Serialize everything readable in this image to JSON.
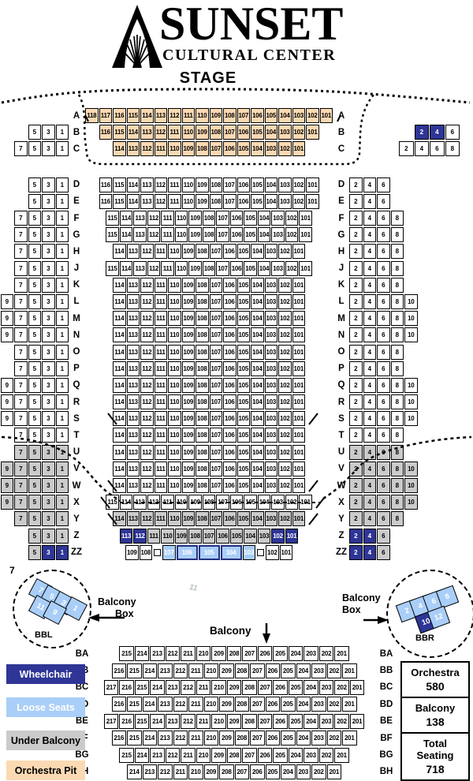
{
  "header": {
    "title": "SUNSET",
    "subtitle": "CULTURAL CENTER",
    "stage_label": "STAGE",
    "logo": "mountain-sunburst-logo"
  },
  "colors": {
    "wheelchair": "#2E3596",
    "loose_seats": "#A9CEF8",
    "under_balcony": "#CBCBCB",
    "orchestra_pit": "#FBD9B3",
    "seat_default": "#FFFFFF",
    "line": "#000000"
  },
  "orchestra": {
    "rows": [
      {
        "label": "A",
        "left": [],
        "center": [
          "118-101:pit"
        ],
        "right": []
      },
      {
        "label": "B",
        "left": [
          "5",
          "3",
          "1"
        ],
        "center": [
          "116-101:pit"
        ],
        "right": [
          "2:wc",
          "4:wc",
          "6"
        ],
        "rightFar": true
      },
      {
        "label": "C",
        "left": [
          "7",
          "5",
          "3",
          "1"
        ],
        "center": [
          "114-101:pit"
        ],
        "right": [
          "2",
          "4",
          "6",
          "8"
        ],
        "rightFar": true,
        "gapAfter": true
      },
      {
        "label": "D",
        "left": [
          "5",
          "3",
          "1"
        ],
        "center": [
          "116-101"
        ],
        "right": [
          "2",
          "4",
          "6"
        ]
      },
      {
        "label": "E",
        "left": [
          "5",
          "3",
          "1"
        ],
        "center": [
          "116-101"
        ],
        "right": [
          "2",
          "4",
          "6"
        ]
      },
      {
        "label": "F",
        "left": [
          "7",
          "5",
          "3",
          "1"
        ],
        "center": [
          "115-101"
        ],
        "right": [
          "2",
          "4",
          "6",
          "8"
        ]
      },
      {
        "label": "G",
        "left": [
          "7",
          "5",
          "3",
          "1"
        ],
        "center": [
          "115-101"
        ],
        "right": [
          "2",
          "4",
          "6",
          "8"
        ]
      },
      {
        "label": "H",
        "left": [
          "7",
          "5",
          "3",
          "1"
        ],
        "center": [
          "114-101"
        ],
        "right": [
          "2",
          "4",
          "6",
          "8"
        ]
      },
      {
        "label": "J",
        "left": [
          "7",
          "5",
          "3",
          "1"
        ],
        "center": [
          "115-101"
        ],
        "right": [
          "2",
          "4",
          "6",
          "8"
        ]
      },
      {
        "label": "K",
        "left": [
          "7",
          "5",
          "3",
          "1"
        ],
        "center": [
          "114-101"
        ],
        "right": [
          "2",
          "4",
          "6",
          "8"
        ]
      },
      {
        "label": "L",
        "left": [
          "9",
          "7",
          "5",
          "3",
          "1"
        ],
        "center": [
          "114-101"
        ],
        "right": [
          "2",
          "4",
          "6",
          "8",
          "10"
        ]
      },
      {
        "label": "M",
        "left": [
          "9",
          "7",
          "5",
          "3",
          "1"
        ],
        "center": [
          "114-101"
        ],
        "right": [
          "2",
          "4",
          "6",
          "8",
          "10"
        ]
      },
      {
        "label": "N",
        "left": [
          "9",
          "7",
          "5",
          "3",
          "1"
        ],
        "center": [
          "114-101"
        ],
        "right": [
          "2",
          "4",
          "6",
          "8",
          "10"
        ]
      },
      {
        "label": "O",
        "left": [
          "7",
          "5",
          "3",
          "1"
        ],
        "center": [
          "114-101"
        ],
        "right": [
          "2",
          "4",
          "6",
          "8"
        ]
      },
      {
        "label": "P",
        "left": [
          "7",
          "5",
          "3",
          "1"
        ],
        "center": [
          "114-101"
        ],
        "right": [
          "2",
          "4",
          "6",
          "8"
        ]
      },
      {
        "label": "Q",
        "left": [
          "9",
          "7",
          "5",
          "3",
          "1"
        ],
        "center": [
          "114-101"
        ],
        "right": [
          "2",
          "4",
          "6",
          "8",
          "10"
        ]
      },
      {
        "label": "R",
        "left": [
          "9",
          "7",
          "5",
          "3",
          "1"
        ],
        "center": [
          "114-101"
        ],
        "right": [
          "2",
          "4",
          "6",
          "8",
          "10"
        ]
      },
      {
        "label": "S",
        "left": [
          "9",
          "7",
          "5",
          "3",
          "1"
        ],
        "center": [
          "114-101"
        ],
        "right": [
          "2",
          "4",
          "6",
          "8",
          "10"
        ]
      },
      {
        "label": "T",
        "left": [
          "7",
          "5",
          "3",
          "1"
        ],
        "center": [
          "114-101"
        ],
        "right": [
          "2",
          "4",
          "6",
          "8"
        ]
      },
      {
        "label": "U",
        "left": [
          "7:ub",
          "5:ub",
          "3:ub",
          "1:ub"
        ],
        "center": [
          "114-101"
        ],
        "right": [
          "2:ub",
          "4:ub",
          "6:ub",
          "8:ub"
        ]
      },
      {
        "label": "V",
        "left": [
          "9:ub",
          "7:ub",
          "5:ub",
          "3:ub",
          "1:ub"
        ],
        "center": [
          "114-101"
        ],
        "right": [
          "2:ub",
          "4:ub",
          "6:ub",
          "8:ub",
          "10:ub"
        ]
      },
      {
        "label": "W",
        "left": [
          "9:ub",
          "7:ub",
          "5:ub",
          "3:ub",
          "1:ub"
        ],
        "center": [
          "114-101"
        ],
        "right": [
          "2:ub",
          "4:ub",
          "6:ub",
          "8:ub",
          "10:ub"
        ]
      },
      {
        "label": "X",
        "left": [
          "9:ub",
          "7:ub",
          "5:ub",
          "3:ub",
          "1:ub"
        ],
        "center": [
          "115-101"
        ],
        "right": [
          "2:ub",
          "4:ub",
          "6:ub",
          "8:ub",
          "10:ub"
        ]
      },
      {
        "label": "Y",
        "left": [
          "7:ub",
          "5:ub",
          "3:ub",
          "1:ub"
        ],
        "center": [
          "114-101:ub"
        ],
        "right": [
          "2:ub",
          "4:ub",
          "6:ub",
          "8:ub"
        ]
      },
      {
        "label": "Z",
        "left": [
          "5:ub",
          "3:ub",
          "1:ub"
        ],
        "center": [
          "113:wc",
          "112:wc",
          "111-103:ub",
          "102:wc",
          "101:wc"
        ],
        "right": [
          "2:wc",
          "4:wc",
          "6:ub"
        ]
      },
      {
        "label": "ZZ",
        "left": [
          "5:ub",
          "3:wc",
          "1:wc"
        ],
        "center": [
          "109",
          "108",
          "SQ",
          "107:loose",
          "106:loosew",
          "105:loosew",
          "104:loosew",
          "103:loose",
          "SQ",
          "102",
          "101"
        ],
        "right": [
          "2:wc",
          "4:wc",
          "6:ub"
        ]
      }
    ]
  },
  "balcony": {
    "heading": "Balcony",
    "rows": [
      {
        "label": "BA",
        "center": [
          "215-201"
        ]
      },
      {
        "label": "BB",
        "center": [
          "216-201"
        ]
      },
      {
        "label": "BC",
        "center": [
          "217-201"
        ]
      },
      {
        "label": "BD",
        "center": [
          "216-201"
        ]
      },
      {
        "label": "BE",
        "center": [
          "217-201"
        ]
      },
      {
        "label": "BF",
        "center": [
          "216-201"
        ]
      },
      {
        "label": "BG",
        "center": [
          "215-201"
        ]
      },
      {
        "label": "BH",
        "center": [
          "214-201"
        ]
      }
    ]
  },
  "balcony_boxes": {
    "left": {
      "name": "BBL",
      "label_line1": "Balcony",
      "label_line2": "Box",
      "seats": [
        "7:loose",
        "5:loose",
        "3:loose",
        "1:loose",
        "11:loose",
        "9:loose"
      ]
    },
    "right": {
      "name": "BBR",
      "label_line1": "Balcony",
      "label_line2": "Box",
      "seats": [
        "2:loose",
        "4:loose",
        "6:loose",
        "8:loose",
        "10:wc",
        "12:loose"
      ]
    }
  },
  "annotations": {
    "left_box_outside": "7",
    "center_mark": "11"
  },
  "legend": [
    {
      "label": "Wheelchair",
      "color": "#2E3596"
    },
    {
      "label": "Loose Seats",
      "color": "#A9CEF8"
    },
    {
      "label": "Under Balcony",
      "color": "#CBCBCB"
    },
    {
      "label": "Orchestra Pit",
      "color": "#FBD9B3"
    }
  ],
  "stats": {
    "rows": [
      {
        "label": "Orchestra",
        "value": "580"
      },
      {
        "label": "Balcony",
        "value": "138"
      },
      {
        "label": "Total Seating",
        "value": "718"
      }
    ]
  }
}
